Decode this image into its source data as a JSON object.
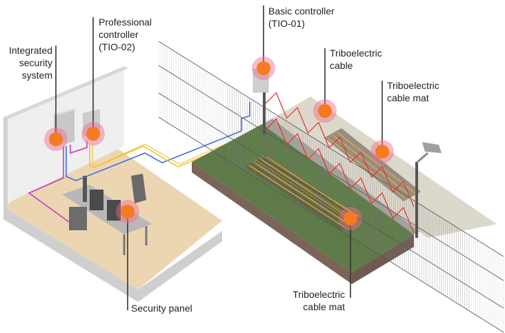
{
  "colors": {
    "marker": "#f47b20",
    "marker_halo": "#f06b8a",
    "leader": "#333333",
    "cable_blue": "#3b6fd8",
    "cable_yellow": "#f2c230",
    "cable_magenta": "#c24fc4",
    "cable_red": "#e03838",
    "grass": "#5e7a48",
    "soil": "#7a6458",
    "floor": "#e8cfa8",
    "wall": "#eeeeee",
    "gravel": "#cfcac0"
  },
  "callouts": [
    {
      "id": "integrated-security-system",
      "text": "Integrated\nsecurity\nsystem"
    },
    {
      "id": "professional-controller",
      "text": "Professional\ncontroller\n(TIO-02)"
    },
    {
      "id": "basic-controller",
      "text": "Basic controller\n(TIO-01)"
    },
    {
      "id": "triboelectric-cable",
      "text": "Triboelectric\ncable"
    },
    {
      "id": "triboelectric-cable-mat-fence",
      "text": "Triboelectric\ncable mat"
    },
    {
      "id": "security-panel",
      "text": "Security panel"
    },
    {
      "id": "triboelectric-cable-mat-ground",
      "text": "Triboelectric\ncable mat"
    }
  ]
}
